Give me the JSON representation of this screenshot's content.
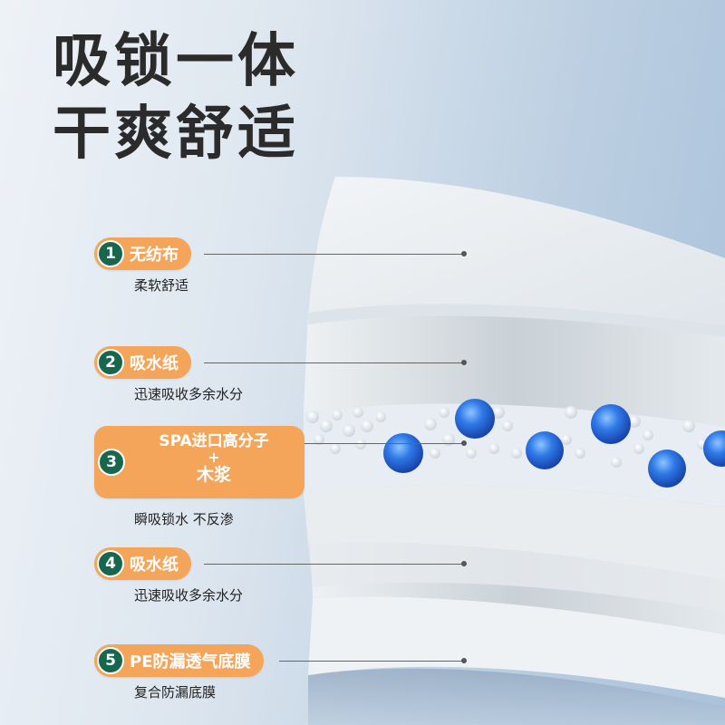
{
  "headline": {
    "line1": "吸锁一体",
    "line2": "干爽舒适"
  },
  "colors": {
    "badge_orange": "#f4a55a",
    "number_green": "#17674f",
    "headline_text": "#2b2b2b",
    "bead_blue": "#2f6fe0"
  },
  "layers": [
    {
      "number": "1",
      "title": "无纺布",
      "description": "柔软舒适"
    },
    {
      "number": "2",
      "title": "吸水纸",
      "description": "迅速吸收多余水分"
    },
    {
      "number": "3",
      "title_line1": "SPA进口高分子",
      "title_plus": "+",
      "title_line2": "木浆",
      "description": "瞬吸锁水 不反渗"
    },
    {
      "number": "4",
      "title": "吸水纸",
      "description": "迅速吸收多余水分"
    },
    {
      "number": "5",
      "title": "PE防漏透气底膜",
      "description": "复合防漏底膜"
    }
  ]
}
